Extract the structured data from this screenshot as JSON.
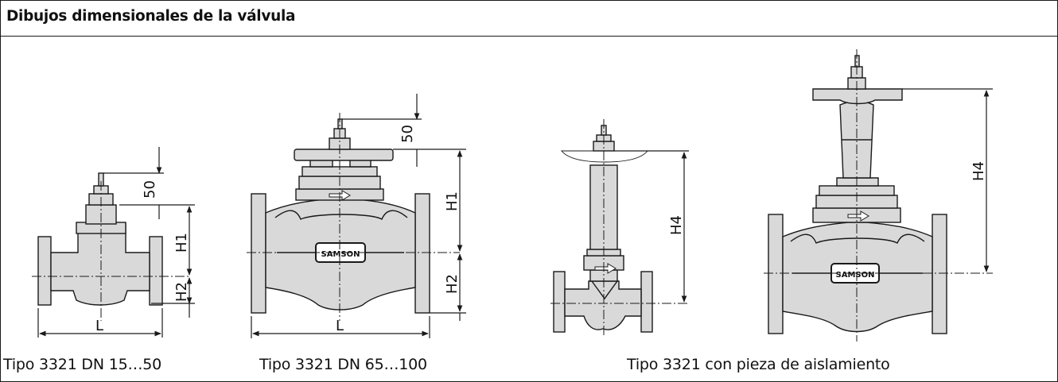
{
  "title": "Dibujos dimensionales de la válvula",
  "captions": {
    "small": "Tipo 3321 DN 15…50",
    "large": "Tipo 3321 DN 65…100",
    "insulation": "Tipo 3321 con pieza de aislamiento"
  },
  "dimensions": {
    "small": {
      "top": "50",
      "h1": "H1",
      "h2": "H2",
      "l": "L"
    },
    "large": {
      "top": "50",
      "h1": "H1",
      "h2": "H2",
      "l": "L"
    },
    "insulated_small": {
      "h4": "H4"
    },
    "insulated_large": {
      "h4": "H4"
    }
  },
  "brand_label": "SAMSON",
  "colors": {
    "valve_fill": "#d9d9d9",
    "line": "#1a1a1a",
    "border": "#1a1a1a"
  }
}
